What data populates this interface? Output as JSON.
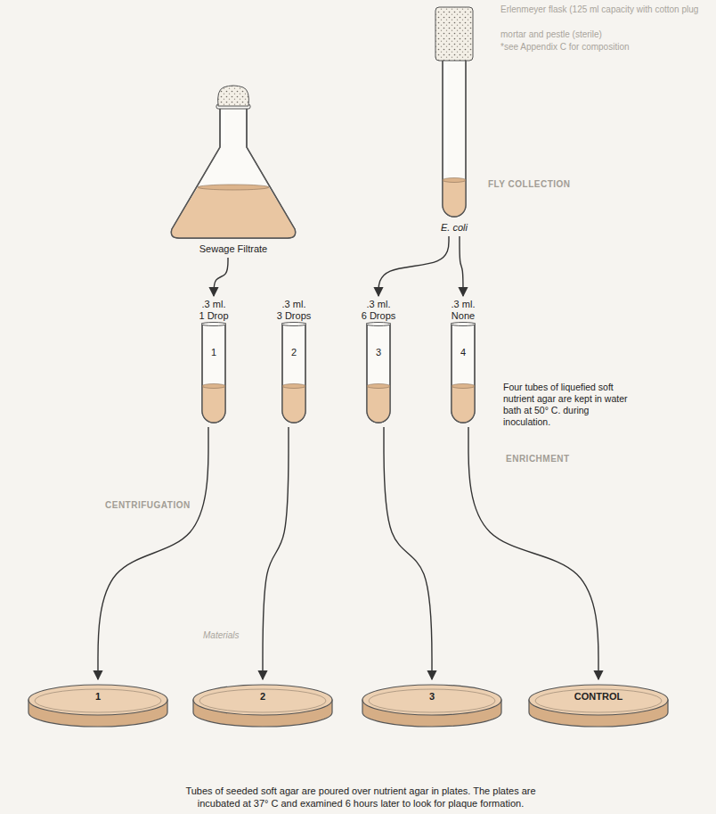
{
  "diagram": {
    "caption": "Tubes of seeded soft agar are poured over nutrient agar in plates. The plates are incubated at 37° C and examined 6 hours later to look for plaque formation.",
    "nodes": [
      {
        "text": [
          "Sewage Filtrate"
        ]
      },
      {
        "text": [
          "E. coli"
        ]
      },
      {
        "text": [
          ".3 ml.",
          "1 Drop",
          "1"
        ]
      },
      {
        "text": [
          ".3 ml.",
          "3 Drops",
          "2"
        ]
      },
      {
        "text": [
          ".3 ml.",
          "6 Drops",
          "3"
        ]
      },
      {
        "text": [
          ".3 ml.",
          "None",
          "4"
        ]
      },
      {
        "text": [
          "1"
        ]
      },
      {
        "text": [
          "2"
        ]
      },
      {
        "text": [
          "3"
        ]
      },
      {
        "text": [
          "CONTROL"
        ]
      }
    ],
    "edges": [
      {
        "from": 0,
        "to": 2,
        "arrow": "to"
      },
      {
        "from": 1,
        "to": 4,
        "arrow": "to"
      },
      {
        "from": 1,
        "to": 5,
        "arrow": "to"
      },
      {
        "from": 2,
        "to": 6,
        "arrow": "to"
      },
      {
        "from": 3,
        "to": 7,
        "arrow": "to"
      },
      {
        "from": 4,
        "to": 8,
        "arrow": "to"
      },
      {
        "from": 5,
        "to": 9,
        "arrow": "to"
      }
    ],
    "labels": [
      "Erlenmeyer flask (125 ml capacity with cotton plug",
      "mortar and pestle (sterile)",
      "*see Appendix C for composition",
      "FLY COLLECTION",
      "ENRICHMENT",
      "CENTRIFUGATION",
      "Materials",
      "Four tubes of liquefied soft nutrient agar are kept in water bath at 50° C. during inoculation."
    ]
  }
}
